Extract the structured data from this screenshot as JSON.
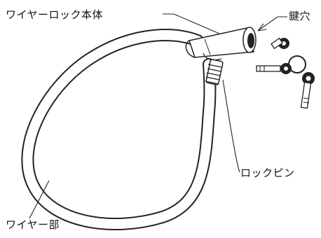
{
  "diagram": {
    "labels": {
      "lock_body": "ワイヤーロック本体",
      "key_hole": "鍵穴",
      "lock_pin": "ロックピン",
      "wire": "ワイヤー部"
    }
  }
}
